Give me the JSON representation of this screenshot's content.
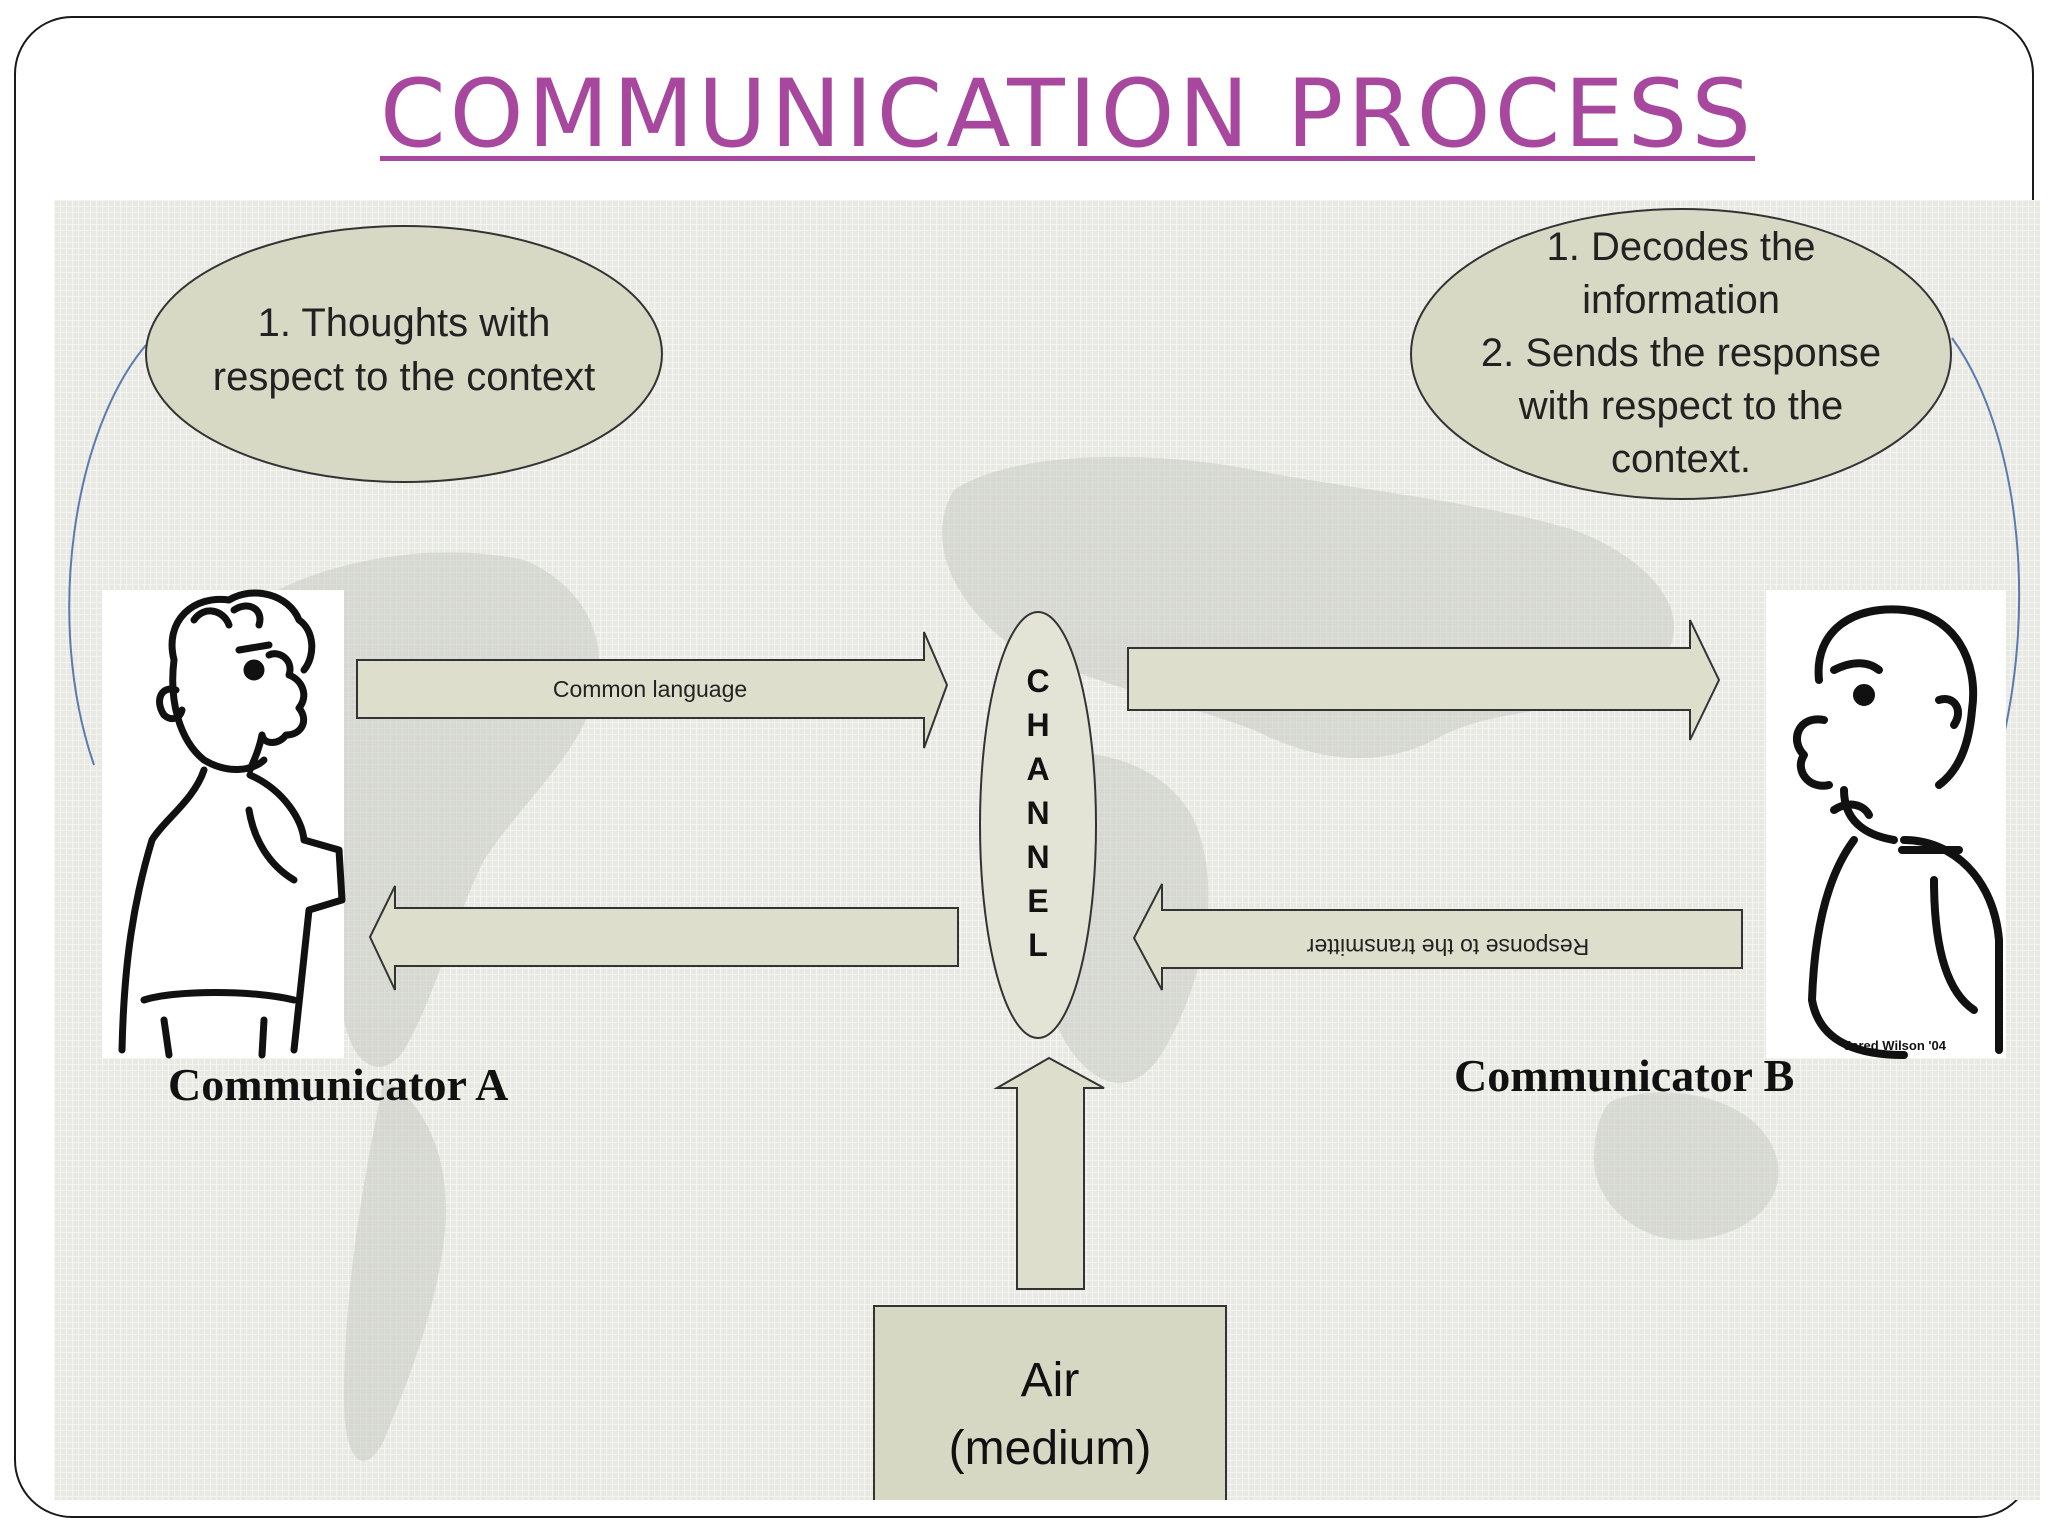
{
  "title": "COMMUNICATION PROCESS",
  "colors": {
    "title": "#a7479e",
    "bubble_fill": "#d8d9c5",
    "arrow_fill": "#dddfcc",
    "box_fill": "#d6d8c3",
    "outline": "#333333",
    "feedback_curve": "#5b7ab0"
  },
  "bubbles": {
    "communicator_a": {
      "lines": [
        "1. Thoughts with",
        "respect to the context"
      ]
    },
    "communicator_b": {
      "lines": [
        "1. Decodes the",
        "information",
        "2. Sends the response",
        "with respect to the",
        "context."
      ]
    }
  },
  "arrows": {
    "top_left": "Common language",
    "bottom_right": "Response to the transmitter"
  },
  "channel": {
    "letters": [
      "C",
      "H",
      "A",
      "N",
      "N",
      "E",
      "L"
    ]
  },
  "medium": {
    "line1": "Air",
    "line2": "(medium)"
  },
  "people": {
    "a": {
      "label": "Communicator A",
      "icon": "cartoon-man-pointing-icon"
    },
    "b": {
      "label": "Communicator B",
      "icon": "cartoon-man-frowning-icon",
      "signature": "Jared Wilson '04"
    }
  }
}
